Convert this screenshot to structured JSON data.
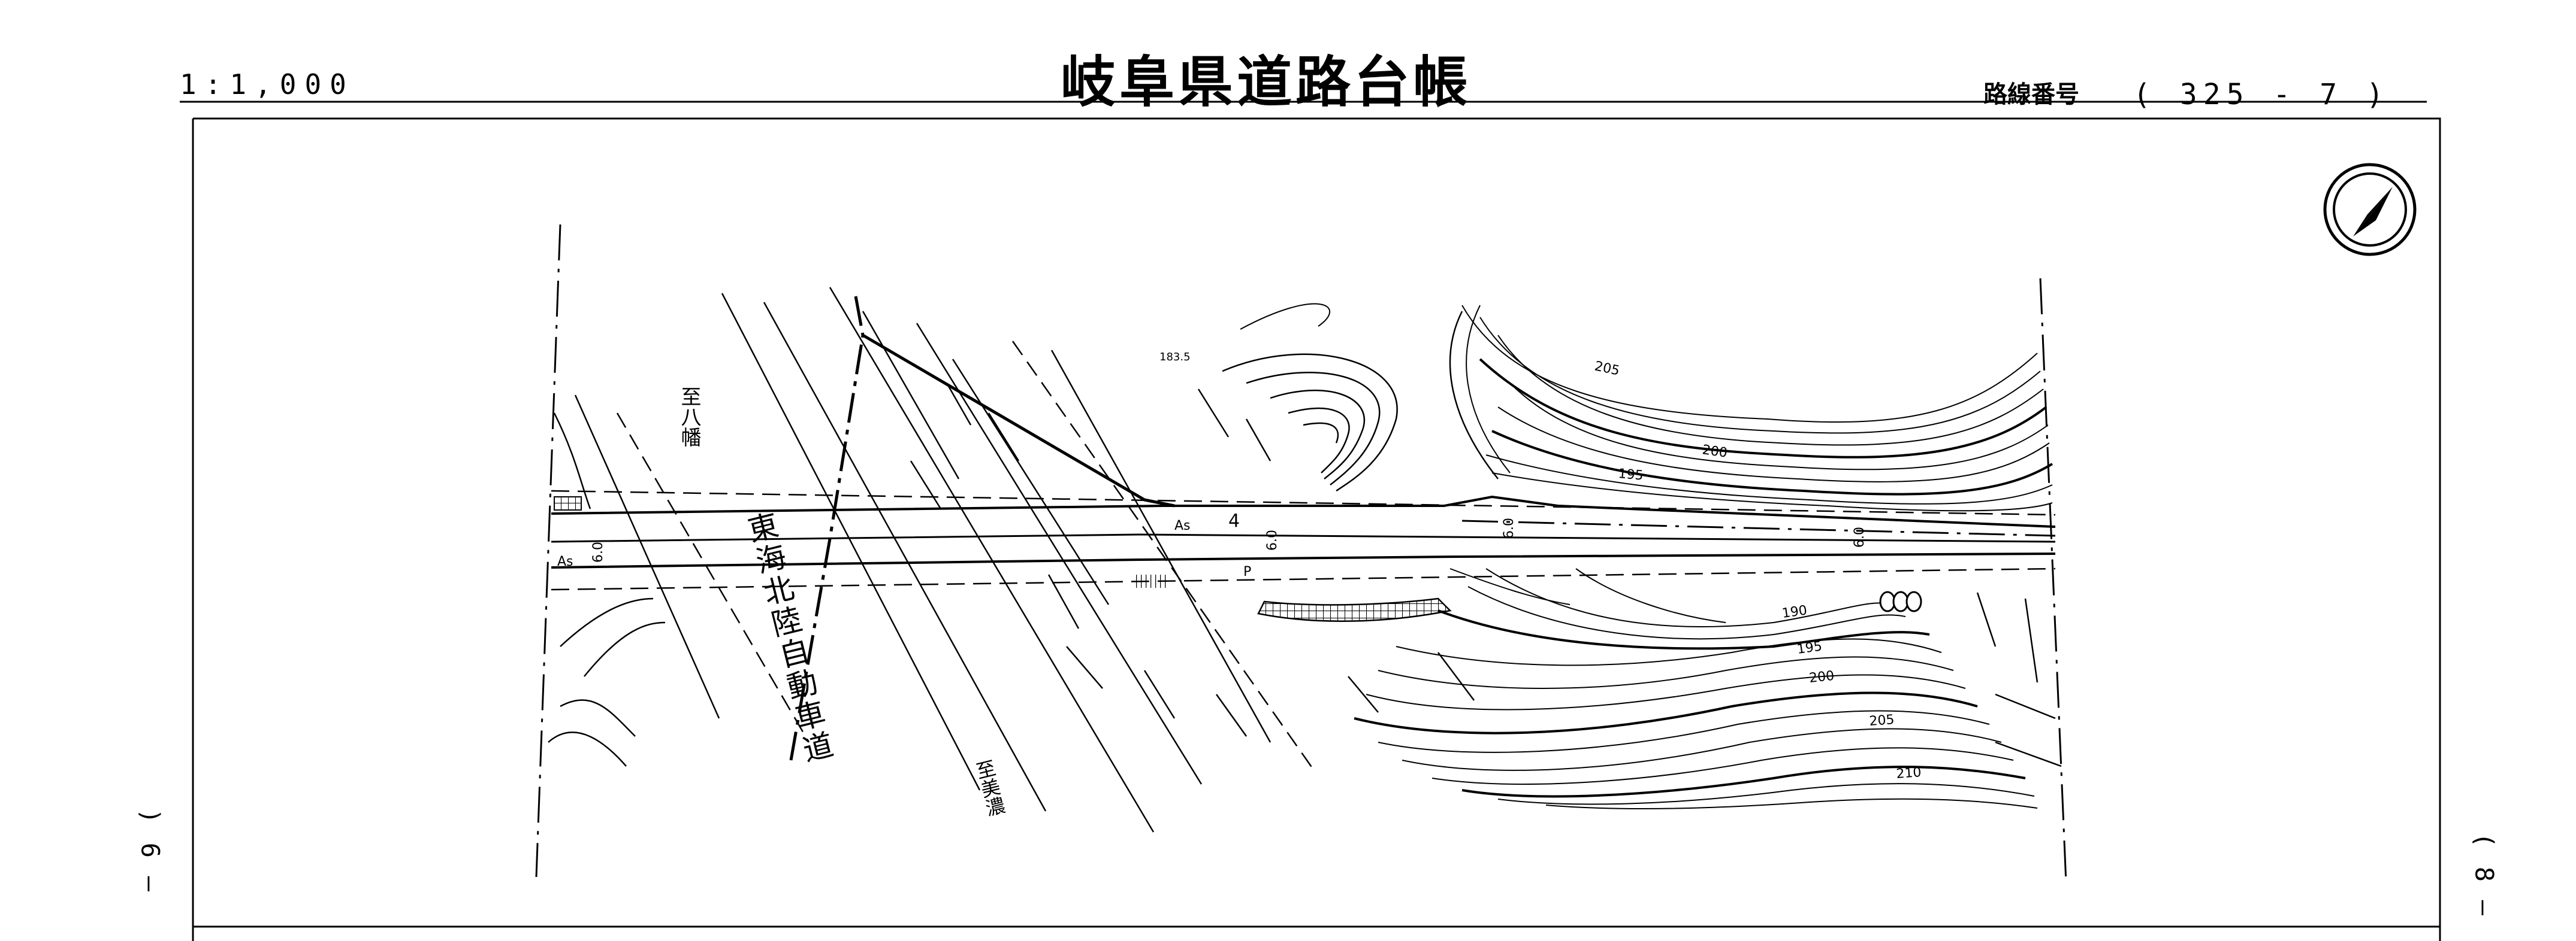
{
  "header": {
    "scale": "1:1,000",
    "title": "岐阜県道路台帳",
    "route_label": "路線番号",
    "route_number": "( 325 - 7 )"
  },
  "margin": {
    "left_page_marker": [
      ")",
      "6",
      "—"
    ],
    "right_page_marker": [
      "(",
      "8",
      "—"
    ]
  },
  "map": {
    "north_arrow": "north-arrow-icon",
    "place_labels": {
      "to_hachiman": "至八幡",
      "expressway": "東海北陸自動車道",
      "to_mino": "至美濃"
    },
    "road_labels": {
      "as_left": "As",
      "width_left": "6.0",
      "as_center": "As",
      "number_center": "4",
      "width_center": "6.0",
      "width_mid": "6.0",
      "width_right": "6.0",
      "p_mark": "P"
    },
    "contour_labels": {
      "c205_top": "205",
      "c200_top": "200",
      "c195_top": "195",
      "c190": "190",
      "c195": "195",
      "c200": "200",
      "c205": "205",
      "c210": "210",
      "c183": "183.5"
    }
  }
}
